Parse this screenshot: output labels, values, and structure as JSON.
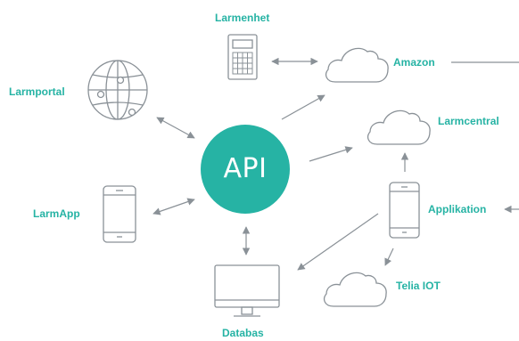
{
  "colors": {
    "accent": "#26b3a4",
    "icon_stroke": "#8a9197",
    "arrow": "#8a9197"
  },
  "center": {
    "label": "API"
  },
  "nodes": {
    "larmenhet": {
      "label": "Larmenhet",
      "icon": "calculator-icon"
    },
    "amazon": {
      "label": "Amazon",
      "icon": "cloud-icon"
    },
    "larmportal": {
      "label": "Larmportal",
      "icon": "globe-icon"
    },
    "larmcentral": {
      "label": "Larmcentral",
      "icon": "cloud-icon"
    },
    "larmapp": {
      "label": "LarmApp",
      "icon": "smartphone-icon"
    },
    "applikation": {
      "label": "Applikation",
      "icon": "smartphone-icon"
    },
    "telia_iot": {
      "label": "Telia IOT",
      "icon": "cloud-icon"
    },
    "databas": {
      "label": "Databas",
      "icon": "monitor-icon"
    }
  }
}
